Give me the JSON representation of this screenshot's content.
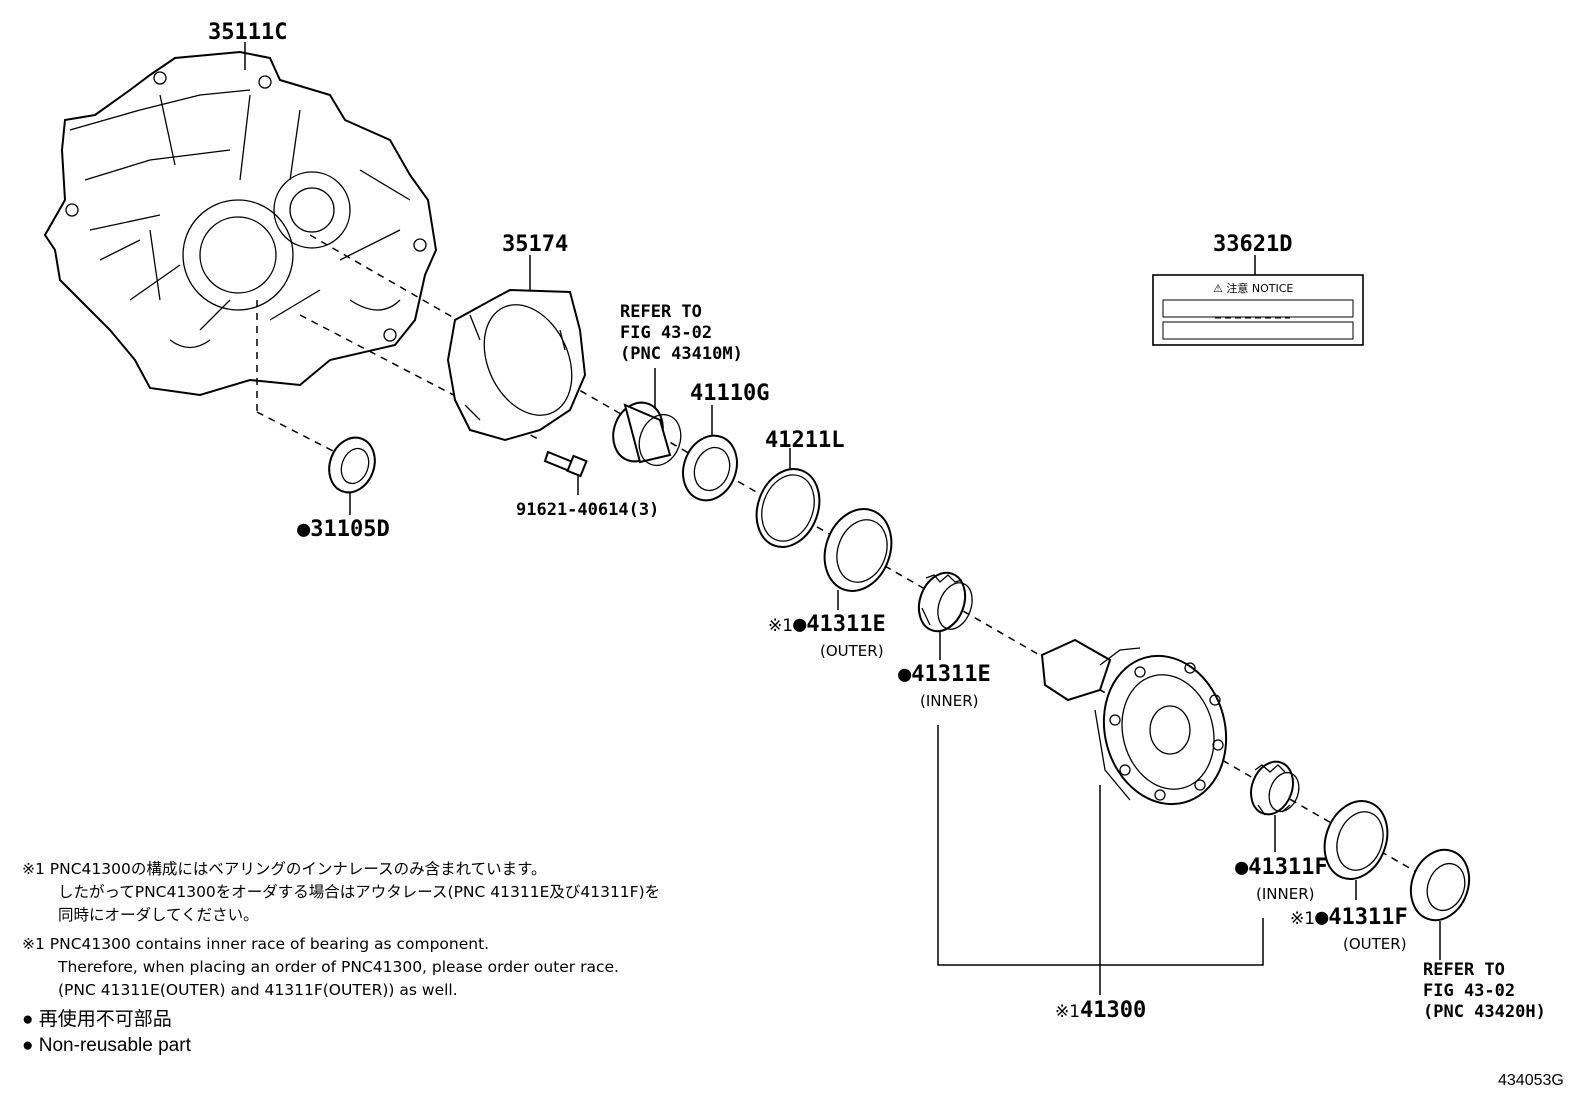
{
  "parts": {
    "p35111C": "35111C",
    "p35174": "35174",
    "p33621D": "33621D",
    "p41110G": "41110G",
    "p41211L": "41211L",
    "p31105D": "31105D",
    "p91621": "91621-40614(3)",
    "p41311E_outer": "41311E",
    "p41311E_outer_sub": "(OUTER)",
    "p41311E_inner": "41311E",
    "p41311E_inner_sub": "(INNER)",
    "p41311F_inner": "41311F",
    "p41311F_inner_sub": "(INNER)",
    "p41311F_outer": "41311F",
    "p41311F_outer_sub": "(OUTER)",
    "p41300": "41300"
  },
  "marks": {
    "ref": "※1",
    "bullet": "●"
  },
  "refs": {
    "ref1": [
      "REFER TO",
      "FIG 43-02",
      "(PNC 43410M)"
    ],
    "ref2": [
      "REFER TO",
      "FIG 43-02",
      "(PNC 43420H)"
    ]
  },
  "label_notice": "⚠ 注意 NOTICE",
  "notes": {
    "jp": [
      "※1 PNC41300の構成にはベアリングのインナレースのみ含まれています。",
      "したがってPNC41300をオーダする場合はアウタレース(PNC 41311E及び41311F)を",
      "同時にオーダしてください。"
    ],
    "en": [
      "※1 PNC41300 contains inner race of bearing as component.",
      "Therefore, when placing an order of PNC41300, please order outer race.",
      "(PNC 41311E(OUTER) and 41311F(OUTER)) as well."
    ]
  },
  "legend": {
    "jp": "再使用不可部品",
    "en": "Non-reusable part"
  },
  "figure_id": "434053G",
  "colors": {
    "ink": "#000000",
    "paper": "#ffffff"
  }
}
